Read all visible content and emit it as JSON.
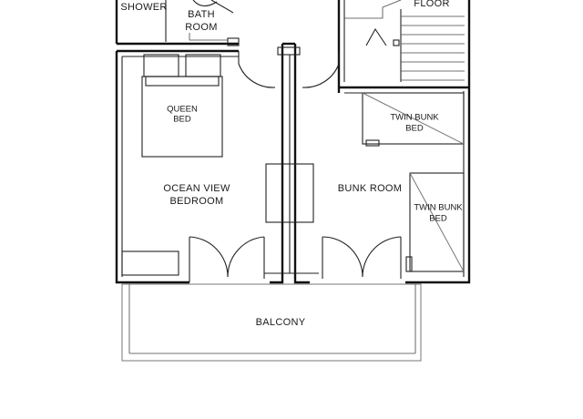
{
  "labels": {
    "shower": "SHOWER",
    "bath": [
      "BATH",
      "ROOM"
    ],
    "floor": "FLOOR",
    "queen": [
      "QUEEN",
      "BED"
    ],
    "ocean": [
      "OCEAN VIEW",
      "BEDROOM"
    ],
    "bunkroom": "BUNK ROOM",
    "twin1": [
      "TWIN BUNK",
      "BED"
    ],
    "twin2": [
      "TWIN BUNK",
      "BED"
    ],
    "balcony": "BALCONY"
  }
}
